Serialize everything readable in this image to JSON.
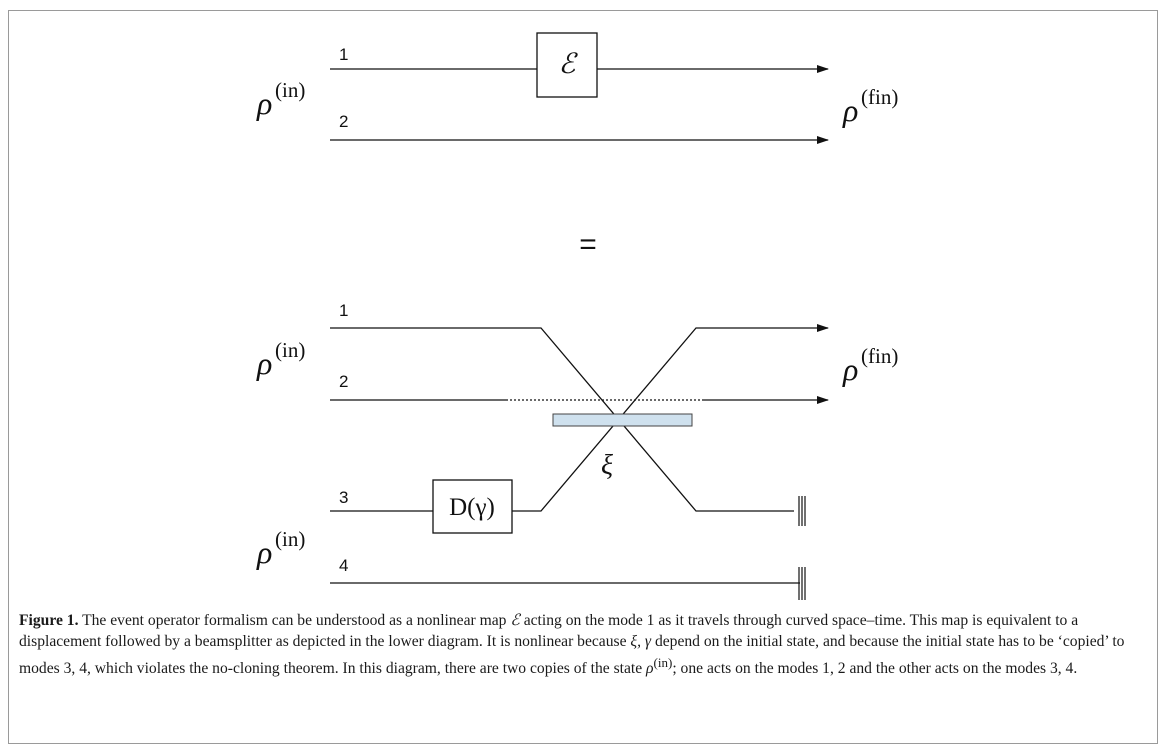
{
  "diagram": {
    "top": {
      "input_label": "ρ",
      "input_sup": "(in)",
      "output_label": "ρ",
      "output_sup": "(fin)",
      "mode1": "1",
      "mode2": "2",
      "map_symbol": "ℰ"
    },
    "equals": "=",
    "bottom": {
      "input_label_a": "ρ",
      "input_sup_a": "(in)",
      "input_label_b": "ρ",
      "input_sup_b": "(in)",
      "output_label": "ρ",
      "output_sup": "(fin)",
      "mode1": "1",
      "mode2": "2",
      "mode3": "3",
      "mode4": "4",
      "displacement": "D(γ)",
      "beamsplitter_symbol": "ξ"
    },
    "colors": {
      "line": "#111111",
      "beamsplitter_fill": "#cfe1ee",
      "beamsplitter_stroke": "#444444"
    }
  },
  "caption": {
    "label": "Figure 1.",
    "part1": " The event operator formalism can be understood as a nonlinear map ",
    "sym1": "ℰ",
    "part2": " acting on the mode 1 as it travels through curved space–time. This map is equivalent to a displacement followed by a beamsplitter as depicted in the lower diagram. It is nonlinear because ",
    "sym2": "ξ, γ",
    "part3": " depend on the initial state, and because the initial state has to be ‘copied’ to modes 3, 4, which violates the no-cloning theorem. In this diagram, there are two copies of the state ",
    "sym3": "ρ",
    "sym3_sup": "(in)",
    "part4": "; one acts on the modes 1, 2 and the other acts on the modes 3, 4."
  }
}
